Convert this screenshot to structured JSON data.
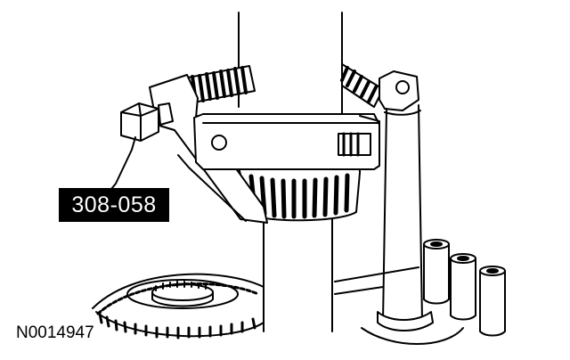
{
  "figure": {
    "tool_number": "308-058",
    "figure_id": "N0014947"
  },
  "parts": [
    {
      "name": "main-shaft"
    },
    {
      "name": "gear-puller"
    },
    {
      "name": "forcing-bolt"
    },
    {
      "name": "hex-head-bolt"
    },
    {
      "name": "synchronizer-gear"
    },
    {
      "name": "pivot-post"
    },
    {
      "name": "hollow-pins"
    },
    {
      "name": "lower-gear"
    }
  ],
  "colors": {
    "ink": "#000000",
    "paper": "#ffffff",
    "label_background": "#000000",
    "label_text": "#ffffff"
  }
}
